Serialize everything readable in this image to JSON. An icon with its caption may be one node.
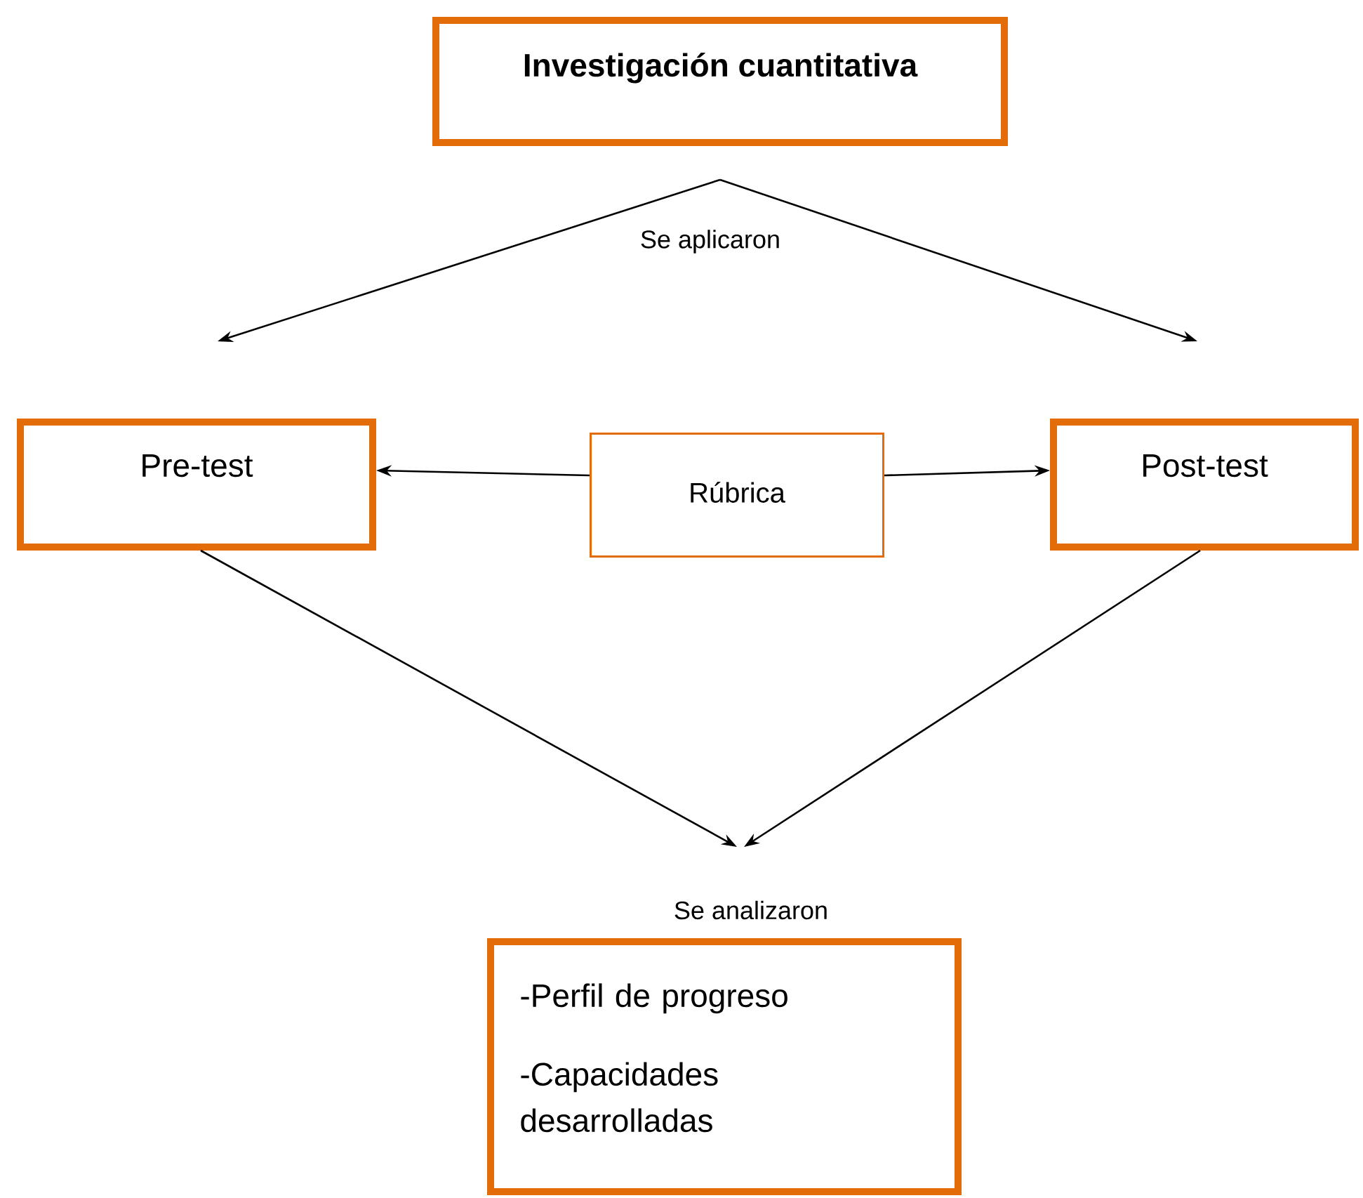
{
  "diagram": {
    "nodes": [
      {
        "text": [
          "Investigación cuantitativa"
        ]
      },
      {
        "text": [
          "Pre-test"
        ]
      },
      {
        "text": [
          "Rúbrica"
        ]
      },
      {
        "text": [
          "Post-test"
        ]
      },
      {
        "text": [
          "-Perfil de progreso",
          "-Capacidades desarrolladas"
        ],
        "beside": [
          "Se analizaron"
        ]
      }
    ],
    "edges": [
      {
        "from": 0,
        "to": 1,
        "arrow": "to"
      },
      {
        "from": 0,
        "to": 3,
        "arrow": "to"
      },
      {
        "from": 2,
        "to": 1,
        "arrow": "to"
      },
      {
        "from": 2,
        "to": 3,
        "arrow": "to"
      },
      {
        "from": 1,
        "to": 4,
        "arrow": "to"
      },
      {
        "from": 3,
        "to": 4,
        "arrow": "to"
      }
    ],
    "labels": [
      "Se aplicaron"
    ]
  }
}
